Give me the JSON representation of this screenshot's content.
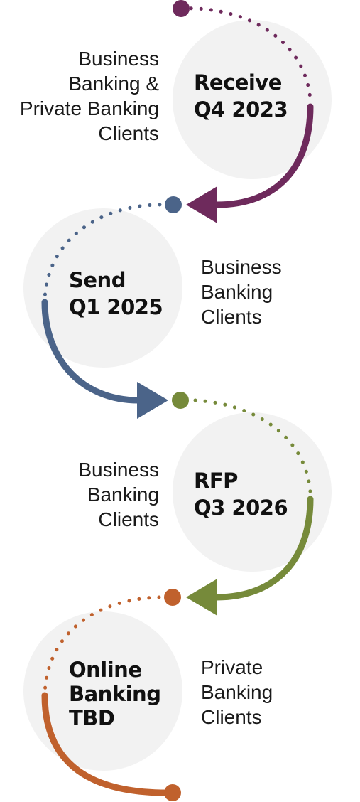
{
  "steps": [
    {
      "title_lines": [
        "Receive",
        "Q4 2023"
      ],
      "desc_lines": [
        "Business",
        "Banking &",
        "Private Banking",
        "Clients"
      ],
      "color": "#6e2a5c"
    },
    {
      "title_lines": [
        "Send",
        "Q1 2025"
      ],
      "desc_lines": [
        "Business",
        "Banking",
        "Clients"
      ],
      "color": "#4b6489"
    },
    {
      "title_lines": [
        "RFP",
        "Q3 2026"
      ],
      "desc_lines": [
        "Business",
        "Banking",
        "Clients"
      ],
      "color": "#768a3a"
    },
    {
      "title_lines": [
        "Online",
        "Banking",
        "TBD"
      ],
      "desc_lines": [
        "Private",
        "Banking",
        "Clients"
      ],
      "color": "#c0612d"
    }
  ],
  "circle_fill": "#f2f2f2"
}
